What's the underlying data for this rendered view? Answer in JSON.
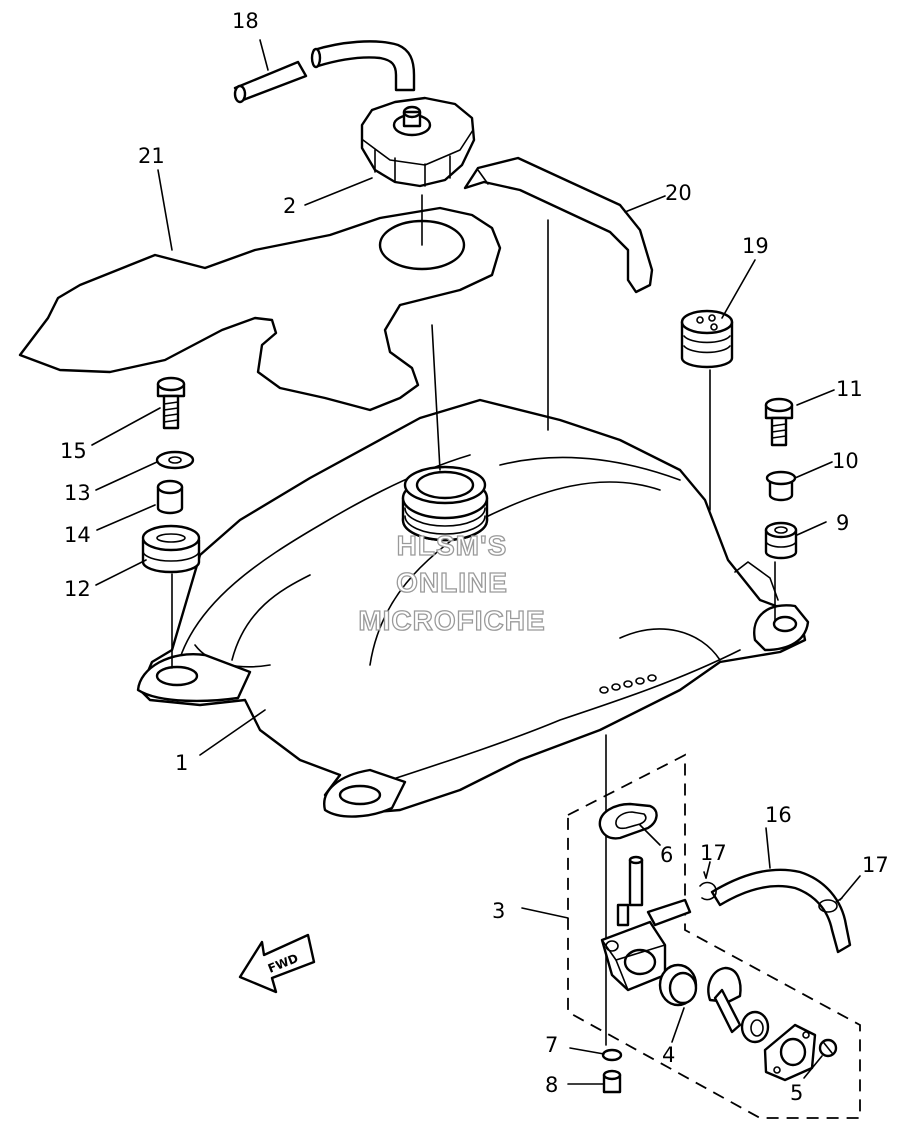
{
  "diagram": {
    "watermark": [
      "HLSM'S",
      "ONLINE",
      "MICROFICHE"
    ],
    "direction_label": "FWD",
    "callouts": [
      "1",
      "2",
      "3",
      "4",
      "5",
      "6",
      "7",
      "8",
      "9",
      "10",
      "11",
      "12",
      "13",
      "14",
      "15",
      "16",
      "17",
      "17",
      "18",
      "19",
      "20",
      "21"
    ]
  }
}
